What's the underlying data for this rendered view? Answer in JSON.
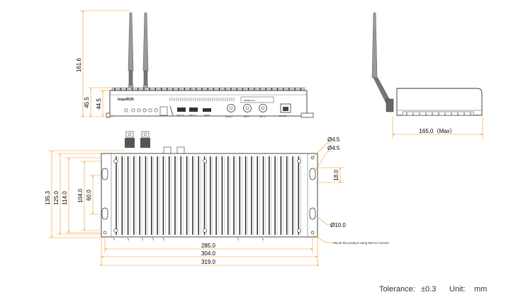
{
  "colors": {
    "dimension_line": "#f39a2c",
    "outline": "#333333",
    "body_fill": "#ffffff",
    "fin": "#2b2b2b",
    "antenna": "#9a9a9a"
  },
  "front_view": {
    "brand": "hopeRUN",
    "model_badge": "HB8000 Pro",
    "port_labels": {
      "usb1": "USB 3.0",
      "usb2": "USB 3.0",
      "hdmi": "HDMI",
      "audio": "AUDIO",
      "sma1": "ANT 1",
      "sma2": "ANT 2",
      "lan": "DC 12V"
    },
    "dimensions": {
      "antenna_height": "161.6",
      "height_outer": "45.5",
      "height_body": "44.5"
    }
  },
  "side_view": {
    "dimensions": {
      "depth_max": "165.0（Max）"
    }
  },
  "top_view": {
    "dimensions": {
      "height_135": "135.3",
      "height_125": "125.0",
      "height_114": "114.0",
      "height_104": "104.0",
      "height_60": "60.0",
      "dia_45_a": "Ø4.5",
      "dia_45_b": "Ø4.5",
      "slot_18": "18.0",
      "dia_10": "Ø10.0",
      "width_285": "285.0",
      "width_304": "304.0",
      "width_319": "319.0"
    },
    "mount_note": "Mount the product using M4×12 screws"
  },
  "footer": {
    "tolerance_label": "Tolerance:",
    "tolerance_value": "±0.3",
    "unit_label": "Unit:",
    "unit_value": "mm"
  }
}
